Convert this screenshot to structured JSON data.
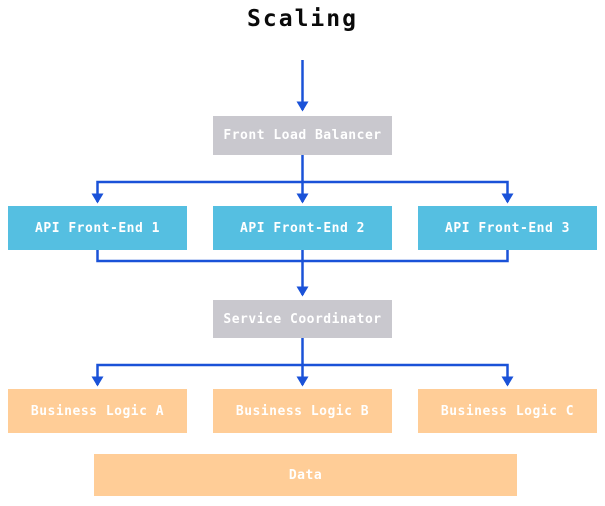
{
  "diagram": {
    "title": "Scaling"
  },
  "colors": {
    "bg": "#ffffff",
    "title_text": "#0a0a0a",
    "label_text": "#ffffff",
    "box_gray": "#c9c8ce",
    "box_blue": "#55bfe1",
    "box_orange": "#ffcd97",
    "arrow": "#1a52d8"
  },
  "nodes": {
    "front_load_balancer": {
      "label": "Front Load Balancer",
      "color": "#c9c8ce"
    },
    "api_front_end_1": {
      "label": "API Front-End 1",
      "color": "#55bfe1"
    },
    "api_front_end_2": {
      "label": "API Front-End 2",
      "color": "#55bfe1"
    },
    "api_front_end_3": {
      "label": "API Front-End 3",
      "color": "#55bfe1"
    },
    "service_coordinator": {
      "label": "Service Coordinator",
      "color": "#c9c8ce"
    },
    "business_logic_a": {
      "label": "Business Logic A",
      "color": "#ffcd97"
    },
    "business_logic_b": {
      "label": "Business Logic B",
      "color": "#ffcd97"
    },
    "business_logic_c": {
      "label": "Business Logic C",
      "color": "#ffcd97"
    },
    "data": {
      "label": "Data",
      "color": "#ffcd97"
    }
  },
  "edges": [
    {
      "from": "title",
      "to": "front_load_balancer"
    },
    {
      "from": "front_load_balancer",
      "to": "api_front_end_1"
    },
    {
      "from": "front_load_balancer",
      "to": "api_front_end_2"
    },
    {
      "from": "front_load_balancer",
      "to": "api_front_end_3"
    },
    {
      "from": "api_front_end_1",
      "to": "service_coordinator"
    },
    {
      "from": "api_front_end_2",
      "to": "service_coordinator"
    },
    {
      "from": "api_front_end_3",
      "to": "service_coordinator"
    },
    {
      "from": "service_coordinator",
      "to": "business_logic_a"
    },
    {
      "from": "service_coordinator",
      "to": "business_logic_b"
    },
    {
      "from": "service_coordinator",
      "to": "business_logic_c"
    }
  ]
}
